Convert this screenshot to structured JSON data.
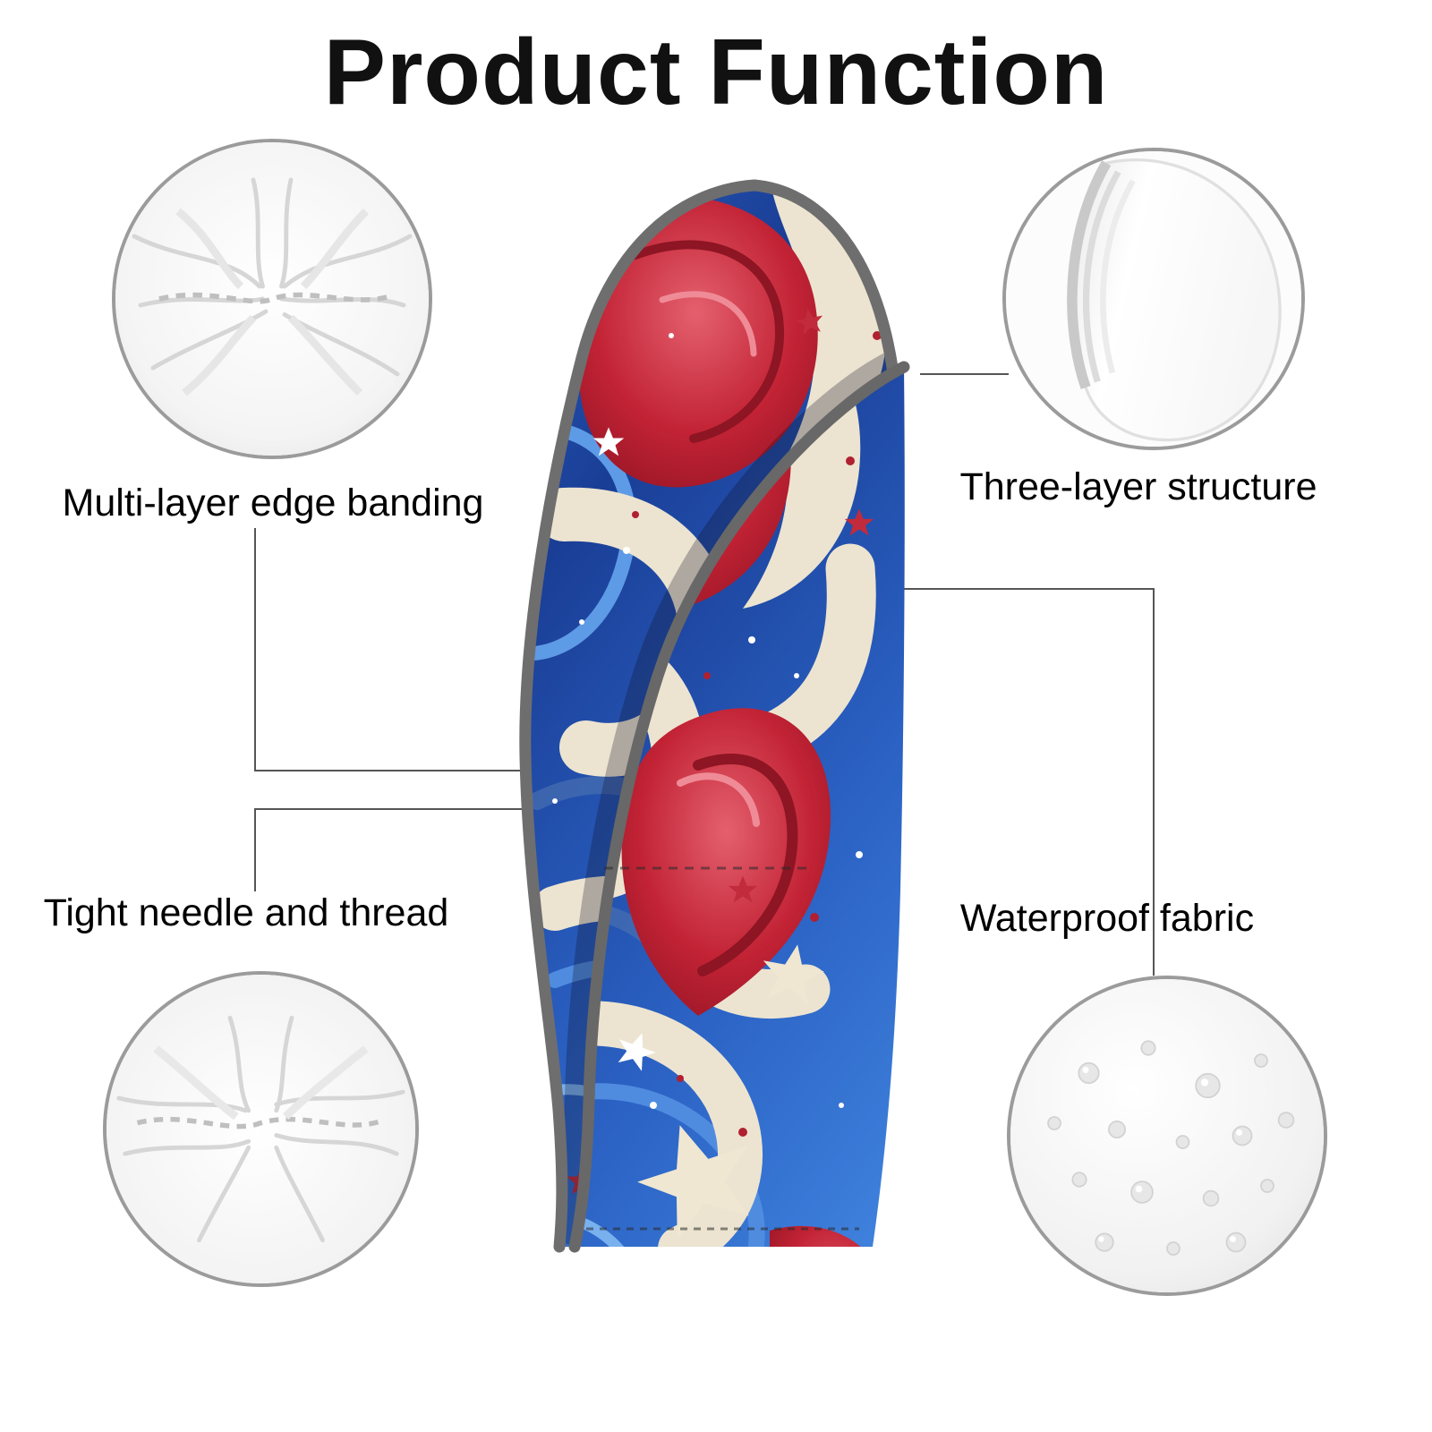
{
  "title": "Product Function",
  "callouts": {
    "edge_banding": {
      "label": "Multi-layer edge banding",
      "photo": "leather-stitch-texture"
    },
    "three_layer": {
      "label": "Three-layer structure",
      "photo": "layered-panel-texture"
    },
    "needle_thread": {
      "label": "Tight needle and thread",
      "photo": "leather-stitch-texture"
    },
    "waterproof": {
      "label": "Waterproof fabric",
      "photo": "water-droplet-texture"
    }
  },
  "product": {
    "description": "Golf club headcover with red, white and blue patriotic swirl and star print"
  },
  "colors": {
    "title": "#111111",
    "connector_line": "#555555",
    "circle_border": "#9b9b9b",
    "edge_banding_gray": "#6e6e6e",
    "print_blue": "#1a3e96",
    "print_red": "#c22335",
    "print_cream": "#ece4d0"
  }
}
